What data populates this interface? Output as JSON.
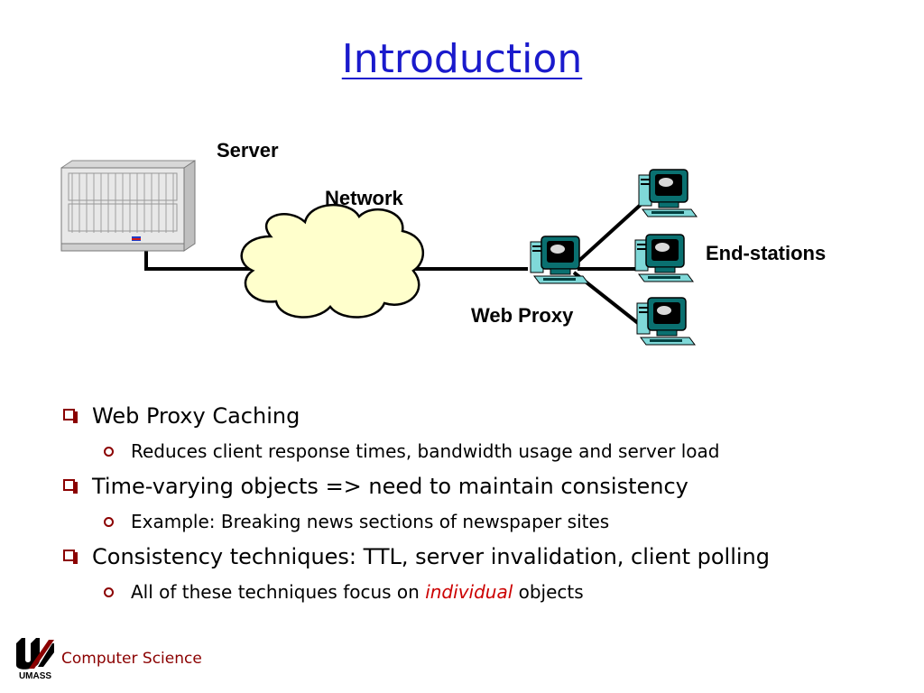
{
  "slide": {
    "title": "Introduction"
  },
  "diagram": {
    "labels": {
      "server": "Server",
      "network": "Network",
      "end_stations": "End-stations",
      "web_proxy": "Web Proxy"
    },
    "icons": {
      "server": "server-rack-icon",
      "network": "cloud-icon",
      "proxy": "desktop-computer-icon",
      "end_station": "desktop-computer-icon"
    },
    "colors": {
      "cloud_fill": "#ffffcc",
      "link": "#000000"
    }
  },
  "bullets": [
    {
      "text": "Web Proxy Caching",
      "sub": [
        "Reduces client response times, bandwidth usage and server load"
      ]
    },
    {
      "text": "Time-varying objects => need to maintain consistency",
      "sub": [
        "Example: Breaking news sections of newspaper sites"
      ]
    },
    {
      "text": "Consistency techniques: TTL, server invalidation, client polling",
      "sub_parts": {
        "before": "All of these techniques focus on ",
        "emphasis": "individual",
        "after": " objects"
      }
    }
  ],
  "footer": {
    "logo_text": "UMASS",
    "department": "Computer Science"
  },
  "colors": {
    "title": "#1a1acc",
    "bullet_marker": "#8b0000",
    "emphasis": "#cc0000",
    "footer_text": "#8b0000"
  }
}
